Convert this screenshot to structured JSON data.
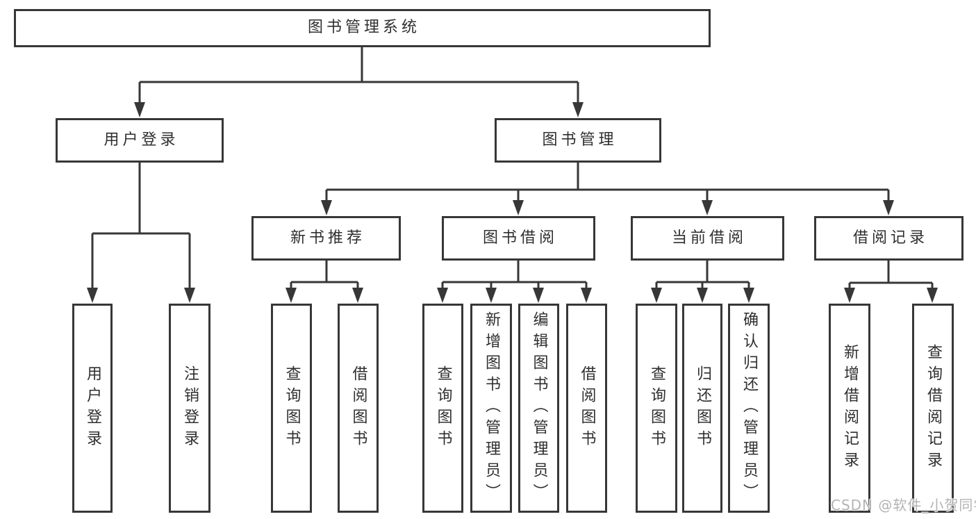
{
  "root": {
    "label": "图书管理系统"
  },
  "user_login": {
    "label": "用户登录",
    "children": [
      "用户登录",
      "注销登录"
    ]
  },
  "book_mgmt": {
    "label": "图书管理",
    "sections": [
      {
        "label": "新书推荐",
        "children": [
          "查询图书",
          "借阅图书"
        ]
      },
      {
        "label": "图书借阅",
        "children": [
          "查询图书",
          "新增图书（管理员）",
          "编辑图书（管理员）",
          "借阅图书"
        ]
      },
      {
        "label": "当前借阅",
        "children": [
          "查询图书",
          "归还图书",
          "确认归还（管理员）"
        ]
      },
      {
        "label": "借阅记录",
        "children": [
          "新增借阅记录",
          "查询借阅记录"
        ]
      }
    ]
  },
  "watermark": "CSDN @软件_小贺同学",
  "colors": {
    "line": "#373737",
    "box_border": "#373737",
    "box_background": "#ffffff",
    "text": "#2f2f2f",
    "watermark": "#b3b3b3",
    "background": "#ffffff"
  }
}
